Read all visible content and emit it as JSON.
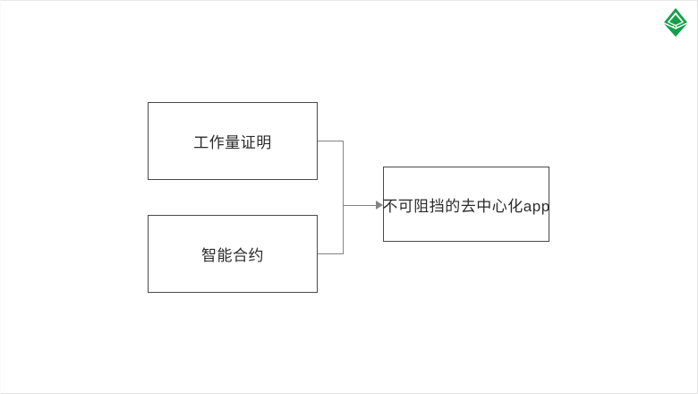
{
  "slide": {
    "background_color": "#ffffff",
    "border_color": "#e3e3e3"
  },
  "logo": {
    "name": "ethereum-classic-logo",
    "color": "#13a049",
    "alt_text": ""
  },
  "diagram": {
    "type": "flow",
    "node_border_color": "#4a4a4a",
    "connector_color": "#848484",
    "text_color": "#2b2b2b",
    "nodes": [
      {
        "id": "pow",
        "label": "工作量证明"
      },
      {
        "id": "contract",
        "label": "智能合约"
      },
      {
        "id": "dapp",
        "label": "不可阻挡的去中心化app"
      }
    ],
    "edges": [
      {
        "from": "pow",
        "to": "dapp",
        "arrow": true
      },
      {
        "from": "contract",
        "to": "dapp",
        "arrow": true
      }
    ]
  }
}
